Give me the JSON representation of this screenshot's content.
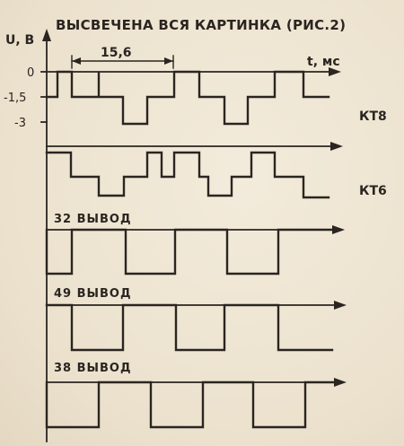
{
  "title": "ВЫСВЕЧЕНА ВСЯ КАРТИНКА (РИС.2)",
  "y_axis_label": "U, В",
  "time_axis_label": "t, мс",
  "period_label": "15,6",
  "y_tick_labels": [
    "0",
    "-1,5",
    "-3"
  ],
  "traces": [
    {
      "name": "KT8",
      "label": "КТ8"
    },
    {
      "name": "KT6",
      "label": "КТ6"
    },
    {
      "name": "pin32",
      "label": "32 ВЫВОД"
    },
    {
      "name": "pin49",
      "label": "49 ВЫВОД"
    },
    {
      "name": "pin38",
      "label": "38 ВЫВОД"
    }
  ]
}
